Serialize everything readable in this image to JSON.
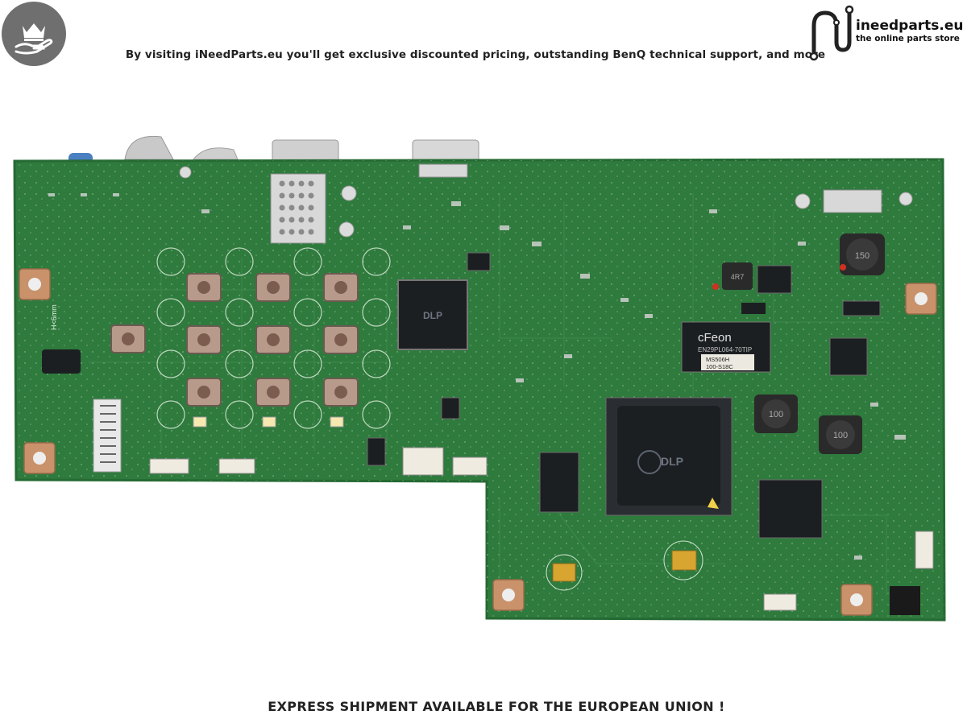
{
  "header": {
    "tagline": "By visiting iNeedParts.eu you'll get exclusive discounted pricing, outstanding BenQ technical support, and more",
    "badge_icon": "crown-on-hand-icon",
    "brand_icon": "circuit-n-logo-icon",
    "brand_name": "ineedparts.eu",
    "brand_subtitle": "the online parts store"
  },
  "product_photo": {
    "chip_labels": {
      "logic_chip": "DLP",
      "flash_chip": "cFeon",
      "flash_part": "EN29PL064-70TIP",
      "flash_batch": "MS506H",
      "flash_code": "100-S18C",
      "inductor_1": "150",
      "inductor_2": "100",
      "inductor_3": "100",
      "inductor_4": "4R7",
      "silk_note": "H<6mm"
    },
    "colors": {
      "pcb": "#2f7a3d",
      "pcb_edge": "#256a33",
      "chip": "#1c1f22",
      "pad": "#c9926b"
    }
  },
  "footer": {
    "shipping_note": "EXPRESS SHIPMENT AVAILABLE FOR THE EUROPEAN UNION !"
  }
}
